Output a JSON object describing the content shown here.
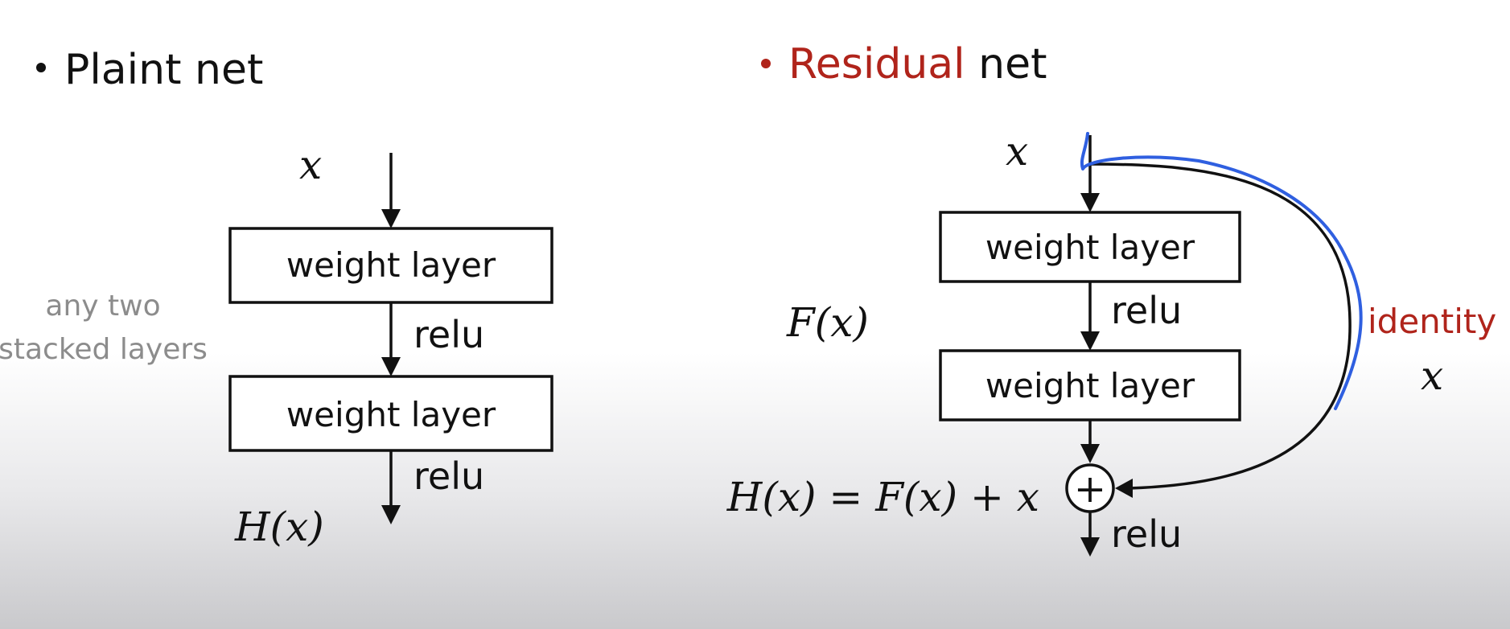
{
  "plain_net": {
    "title": "Plaint net",
    "input": "x",
    "layer_1": "weight layer",
    "activation_1": "relu",
    "layer_2": "weight layer",
    "activation_2": "relu",
    "output": "H(x)",
    "note_line_1": "any two",
    "note_line_2": "stacked layers"
  },
  "residual_net": {
    "title_accent": "Residual",
    "title_rest": "net",
    "input": "x",
    "layer_1": "weight layer",
    "activation_1": "relu",
    "layer_2": "weight layer",
    "residual_function": "F(x)",
    "equation": "H(x) = F(x) + x",
    "sum_symbol": "+",
    "activation_out": "relu",
    "shortcut_label": "identity",
    "shortcut_value": "x"
  },
  "colors": {
    "accent": "#b0241b",
    "annotation": "#2f5fe0",
    "note": "#8c8c8c"
  }
}
